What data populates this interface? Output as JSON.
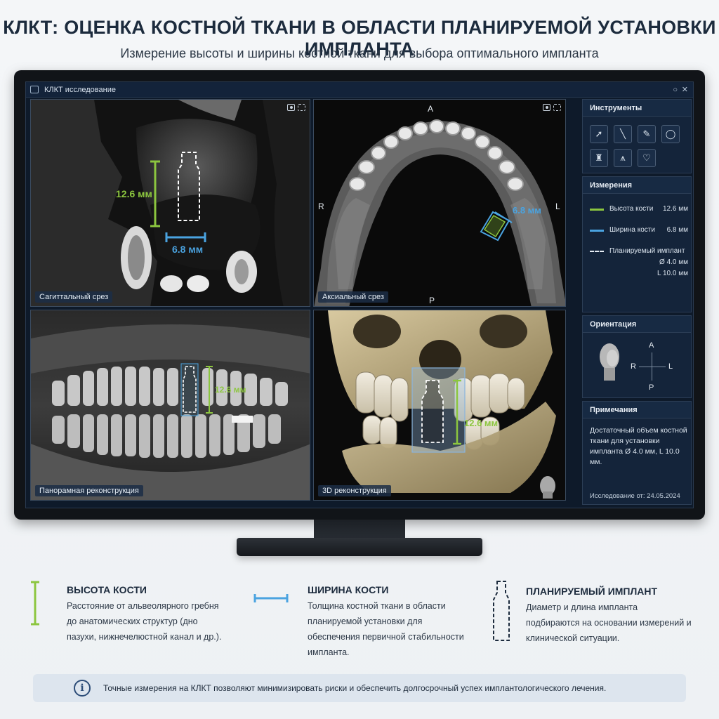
{
  "page": {
    "title": "КЛКТ: ОЦЕНКА КОСТНОЙ ТКАНИ В ОБЛАСТИ ПЛАНИРУЕМОЙ УСТАНОВКИ ИМПЛАНТА",
    "subtitle": "Измерение высоты и ширины костной ткани для выбора оптимального импланта"
  },
  "window": {
    "title": "КЛКТ исследование",
    "minimize_glyph": "○",
    "close_glyph": "✕"
  },
  "viewports": {
    "sagittal": {
      "label": "Сагиттальный срез",
      "height_text": "12.6 мм",
      "width_text": "6.8 мм"
    },
    "axial": {
      "label": "Аксиальный срез",
      "width_text": "6.8 мм",
      "orient_a": "A",
      "orient_p": "P",
      "orient_r": "R",
      "orient_l": "L"
    },
    "panoramic": {
      "label": "Панорамная реконструкция",
      "height_text": "12.6 мм"
    },
    "render3d": {
      "label": "3D реконструкция",
      "height_text": "12.6 мм"
    }
  },
  "panel": {
    "tools_title": "Инструменты",
    "tools": [
      "cursor-icon",
      "line-measure-icon",
      "annotate-icon",
      "ellipse-icon",
      "camera-icon",
      "implant-tool-icon",
      "nerve-tool-icon",
      "tooth-icon"
    ],
    "measurements_title": "Измерения",
    "measurements": [
      {
        "label": "Высота кости",
        "value": "12.6 мм",
        "color": "#8cc63f"
      },
      {
        "label": "Ширина кости",
        "value": "6.8 мм",
        "color": "#4aa3e0"
      },
      {
        "label": "Планируемый имплант",
        "value": "",
        "color": "#e6edf4"
      }
    ],
    "implant_diameter": "Ø 4.0 мм",
    "implant_length": "L 10.0 мм",
    "orientation_title": "Ориентация",
    "orient": {
      "a": "A",
      "p": "P",
      "r": "R",
      "l": "L"
    },
    "notes_title": "Примечания",
    "notes_text": "Достаточный объем костной ткани для установки импланта Ø 4.0 мм, L 10.0 мм.",
    "study_date": "Исследование от: 24.05.2024"
  },
  "legend": [
    {
      "title": "ВЫСОТА КОСТИ",
      "desc": "Расстояние от альвеолярного гребня до анатомических структур (дно пазухи, нижнечелюстной канал и др.).",
      "icon": "height-marker-icon",
      "color": "#8cc63f"
    },
    {
      "title": "ШИРИНА КОСТИ",
      "desc": "Толщина костной ткани в области планируемой установки для обеспечения первичной стабильности импланта.",
      "icon": "width-marker-icon",
      "color": "#4aa3e0"
    },
    {
      "title": "ПЛАНИРУЕМЫЙ ИМПЛАНТ",
      "desc": "Диаметр и длина импланта подбираются на основании измерений и клинической ситуации.",
      "icon": "implant-outline-icon",
      "color": "#1c2b3d"
    }
  ],
  "footer": {
    "text": "Точные измерения на КЛКТ позволяют минимизировать риски и обеспечить долгосрочный успех имплантологического лечения."
  }
}
